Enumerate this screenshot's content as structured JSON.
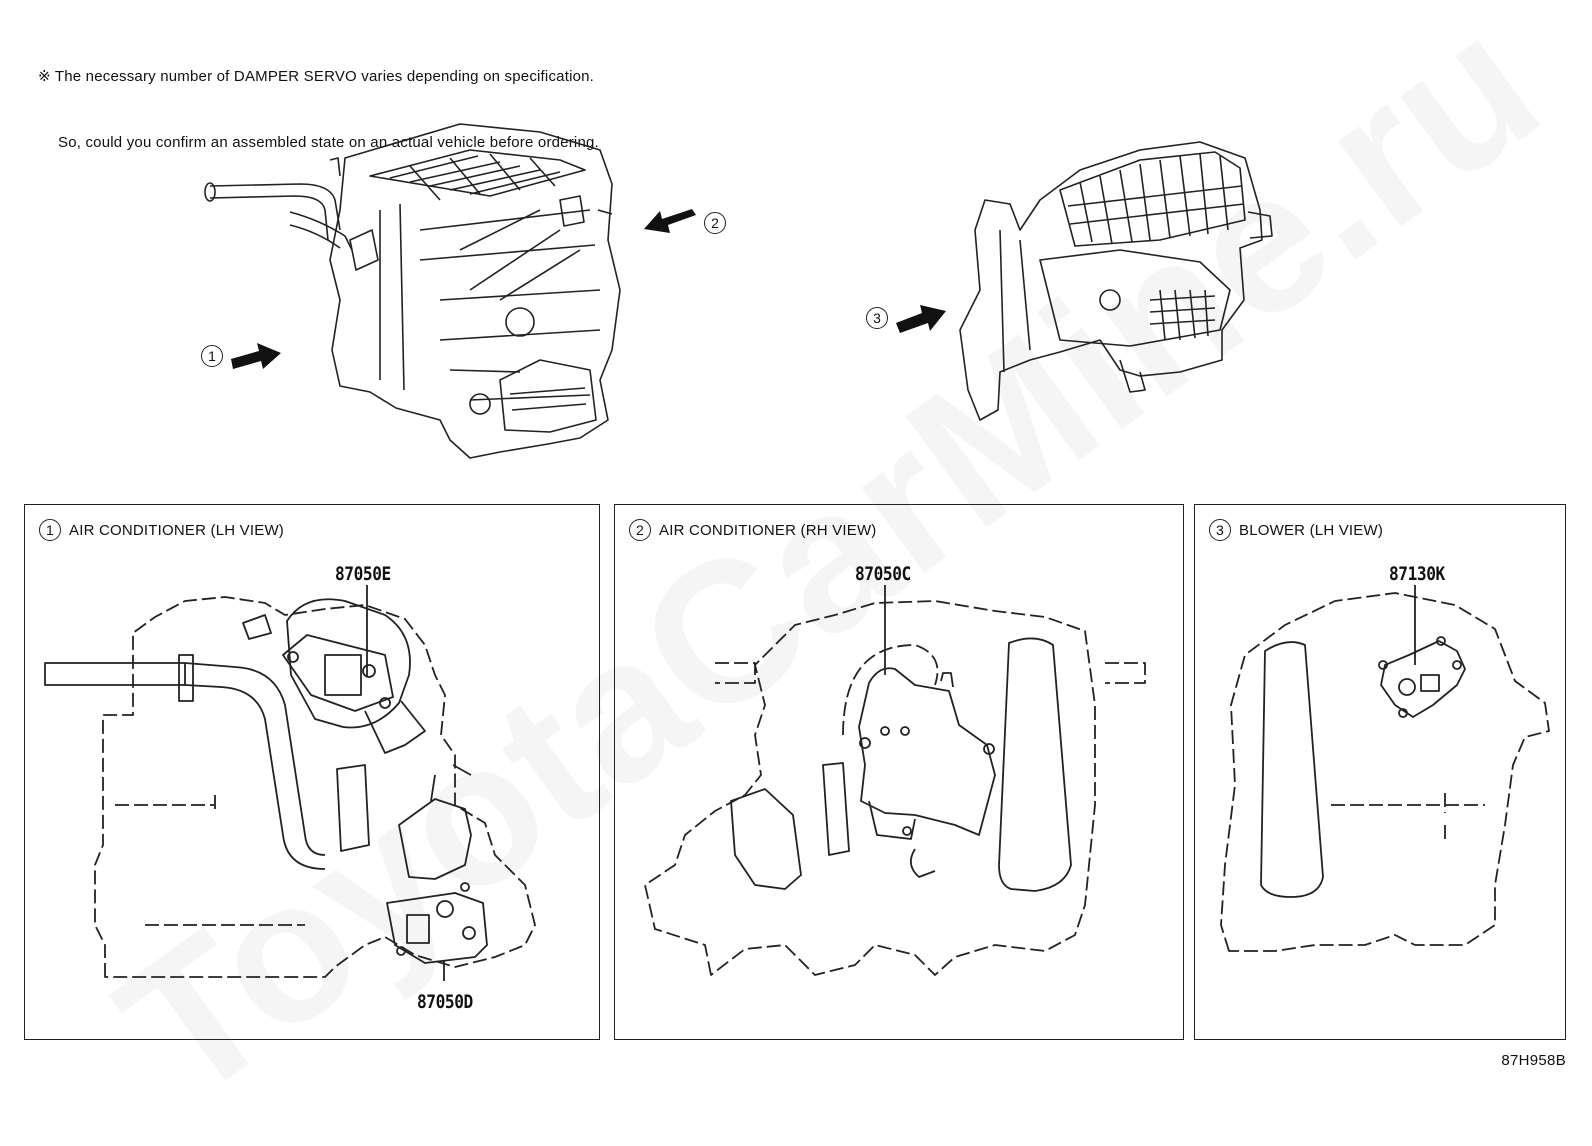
{
  "note": {
    "line1": "※ The necessary number of DAMPER SERVO varies depending on specification.",
    "line2": "So, could you confirm an assembled state on an actual vehicle before ordering."
  },
  "overview": {
    "callouts": [
      {
        "number": "1"
      },
      {
        "number": "2"
      },
      {
        "number": "3"
      }
    ]
  },
  "panels": [
    {
      "number": "1",
      "title": "AIR CONDITIONER (LH VIEW)",
      "parts": [
        "87050E",
        "87050D"
      ]
    },
    {
      "number": "2",
      "title": "AIR CONDITIONER (RH VIEW)",
      "parts": [
        "87050C"
      ]
    },
    {
      "number": "3",
      "title": "BLOWER (LH VIEW)",
      "parts": [
        "87130K"
      ]
    }
  ],
  "drawing_code": "87H958B",
  "watermark": "ToyotaCarMine.ru",
  "colors": {
    "line": "#222222",
    "watermark": "#b4b4b4"
  }
}
